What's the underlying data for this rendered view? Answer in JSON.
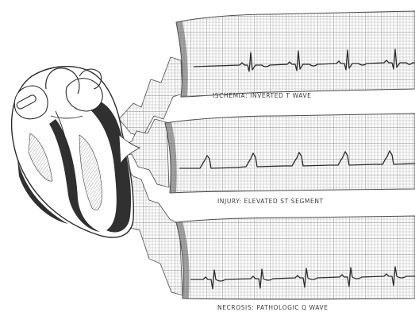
{
  "strips": [
    {
      "caption": "ISCHEMIA: INVERTED T WAVE",
      "waveform": "inverted-t"
    },
    {
      "caption": "INJURY: ELEVATED ST SEGMENT",
      "waveform": "elevated-st"
    },
    {
      "caption": "NECROSIS: PATHOLOGIC Q WAVE",
      "waveform": "pathologic-q"
    }
  ],
  "colors": {
    "ink": "#2b2b2b",
    "grid_fine": "#b9b9b9",
    "grid_major": "#8a8a8a",
    "myocardium_dark": "#303030",
    "paper": "#ffffff"
  }
}
